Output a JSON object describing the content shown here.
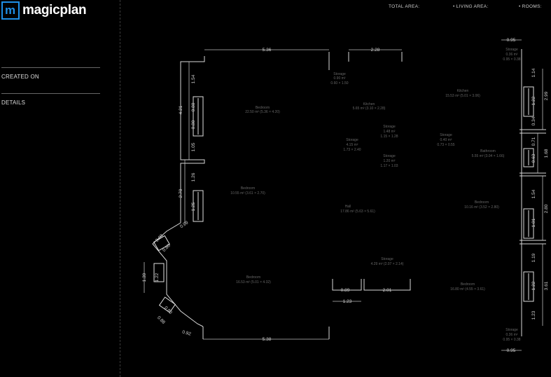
{
  "header": {
    "logo_letter": "m",
    "logo_text": "magicplan",
    "total_area_label": "TOTAL AREA:",
    "living_area_label": "• LIVING AREA:",
    "rooms_label": "• ROOMS:"
  },
  "sidebar": {
    "created_on_label": "CREATED ON",
    "details_label": "DETAILS"
  },
  "rooms": [
    {
      "name": "Bedroom",
      "area": "22.50 m² (5.36 × 4.20)"
    },
    {
      "name": "Storage",
      "area": "0.90 m²",
      "dims": "0.60 × 1.50"
    },
    {
      "name": "Kitchen",
      "area": "5.65 m² (3.10 × 2.28)"
    },
    {
      "name": "Kitchen",
      "area": "15.53 m² (5.01 × 3.06)"
    },
    {
      "name": "Storage",
      "area": "1.48 m²",
      "dims": "1.15 × 1.28"
    },
    {
      "name": "Storage",
      "area": "4.15 m²",
      "dims": "1.73 × 2.40"
    },
    {
      "name": "Storage",
      "area": "0.40 m²",
      "dims": "0.73 × 0.55"
    },
    {
      "name": "Storage",
      "area": "1.20 m²",
      "dims": "1.17 × 1.03"
    },
    {
      "name": "Bathroom",
      "area": "5.55 m² (3.04 × 1.66)"
    },
    {
      "name": "Bedroom",
      "area": "10.55 m² (3.61 × 2.70)"
    },
    {
      "name": "Hall",
      "area": "17.86 m² (5.63 × 5.61)"
    },
    {
      "name": "Bedroom",
      "area": "10.16 m² (3.52 × 2.80)"
    },
    {
      "name": "Storage",
      "area": "4.29 m² (2.07 × 2.14)"
    },
    {
      "name": "Bedroom",
      "area": "16.53 m² (5.01 × 4.32)"
    },
    {
      "name": "Bedroom",
      "area": "16.80 m² (4.55 × 3.61)"
    },
    {
      "name": "Storage",
      "area": "0.36 m²",
      "dims": "0.95 × 0.38"
    },
    {
      "name": "Storage",
      "area": "0.36 m²",
      "dims": "0.95 × 0.38"
    }
  ],
  "dimensions": {
    "top_left": "5.36",
    "top_mid": "2.28",
    "top_right": "0.95",
    "bottom": "5.38",
    "bottom_right": "0.95",
    "left_total_upper": "4.21",
    "left_1": "1.54",
    "left_2": "0.80",
    "left_3": "0.80",
    "left_4": "1.05",
    "left_total_lower": "2.70",
    "left_5": "1.26",
    "left_6": "1.25",
    "diag_1": "0.99",
    "diag_2": "0.88",
    "diag_3": "0.80",
    "bay_total": "1.39",
    "bay_inner": "1.22",
    "diag_4": "0.80",
    "diag_5": "0.88",
    "diag_6": "0.92",
    "stair_a": "0.89",
    "stair_b": "1.23",
    "stair_c": "2.01",
    "right_1": "1.14",
    "right_2": "1.22",
    "right_total_1": "2.99",
    "right_3": "0.34",
    "right_4": "0.71",
    "right_5": "0.63",
    "right_total_2": "1.68",
    "right_6": "1.54",
    "right_7": "1.01",
    "right_total_3": "2.80",
    "right_8": "1.19",
    "right_9": "1.22",
    "right_10": "1.23",
    "right_total_4": "3.61"
  }
}
